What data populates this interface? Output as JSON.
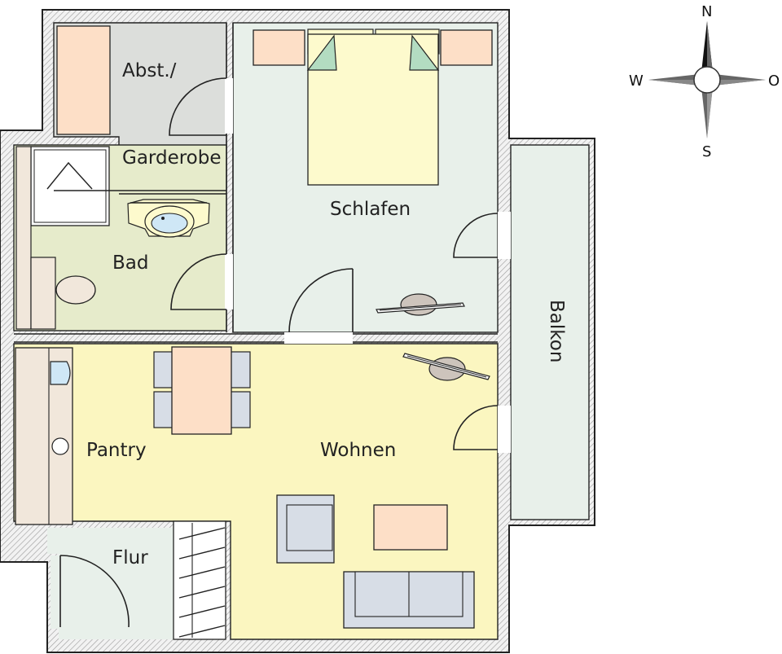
{
  "floorplan": {
    "rooms": {
      "abstellraum": "Abst./",
      "garderobe": "Garderobe",
      "schlafen": "Schlafen",
      "bad": "Bad",
      "pantry": "Pantry",
      "wohnen": "Wohnen",
      "flur": "Flur",
      "balkon": "Balkon"
    },
    "compass": {
      "north": "N",
      "south": "S",
      "west": "W",
      "east": "O"
    },
    "colors": {
      "wall_hatch": "#d8d8d8",
      "abstellraum_floor": "#dcdedb",
      "schlafen_floor": "#e8f0ea",
      "bad_floor": "#e6ebcb",
      "wohnen_floor": "#fbf6c0",
      "flur_floor": "#e8f0ea",
      "balkon_floor": "#e8f0ea",
      "furniture_peach": "#fddfc7",
      "bed_yellow": "#fdfacd",
      "pillow_green": "#b3dcc1",
      "upholstery_blue": "#d7dde6",
      "counter_beige": "#f1e7db",
      "basin_blue": "#cfe7f6",
      "plant_pot": "#cdc4bc"
    }
  }
}
